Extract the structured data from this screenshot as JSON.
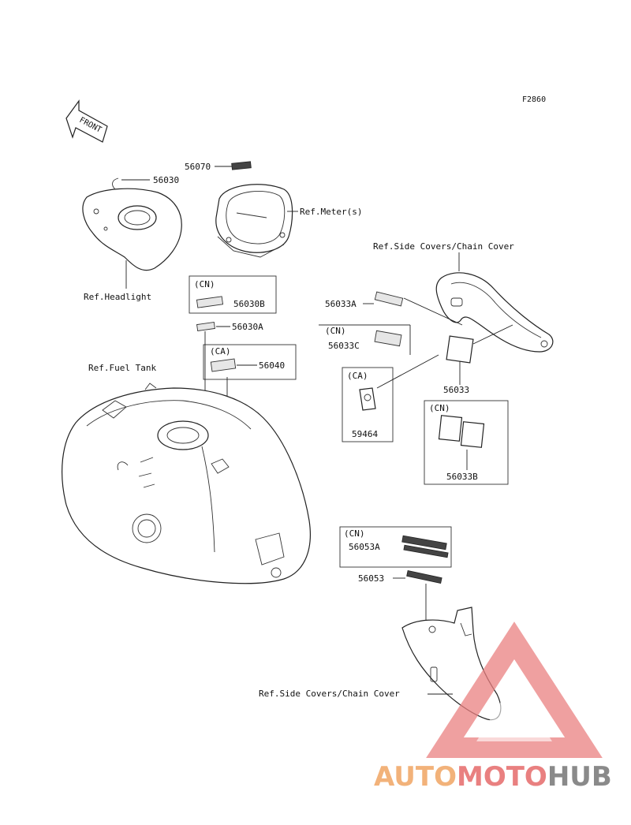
{
  "diagram_code": "F2860",
  "front_arrow_label": "FRONT",
  "parts": {
    "p56070": "56070",
    "p56030": "56030",
    "p56030B": "56030B",
    "p56030A": "56030A",
    "p56040": "56040",
    "p56033A": "56033A",
    "p56033C": "56033C",
    "p56033": "56033",
    "p59464": "59464",
    "p56033B": "56033B",
    "p56053A": "56053A",
    "p56053": "56053"
  },
  "region_tags": {
    "cn_56030B": "(CN)",
    "ca_56040": "(CA)",
    "cn_56033C": "(CN)",
    "ca_59464": "(CA)",
    "cn_56033B": "(CN)",
    "cn_56053A": "(CN)"
  },
  "references": {
    "meter": "Ref.Meter(s)",
    "headlight": "Ref.Headlight",
    "fuel_tank": "Ref.Fuel Tank",
    "side_covers_top": "Ref.Side Covers/Chain Cover",
    "side_covers_bottom": "Ref.Side Covers/Chain Cover"
  },
  "watermark": {
    "part1": "AUTO",
    "part2": "MOTO",
    "part3": "HUB",
    "color1": "#f2b27a",
    "color2": "#e98080",
    "color3": "#8a8a8a"
  }
}
